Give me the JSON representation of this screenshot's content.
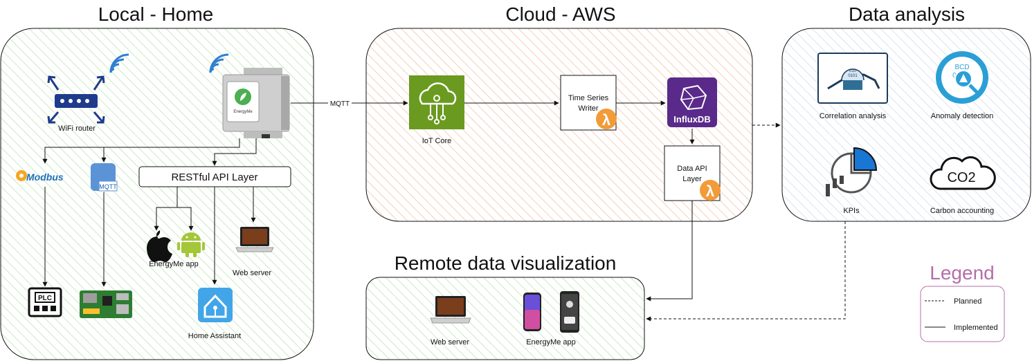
{
  "sections": {
    "local_title": "Local - Home",
    "cloud_title": "Cloud - AWS",
    "analysis_title": "Data analysis",
    "remote_title": "Remote data visualization"
  },
  "local": {
    "wifi_router_label": "WiFi router",
    "modbus_label": "Modbus",
    "mqtt_badge": "MQTT",
    "restful_label": "RESTful API Layer",
    "energyme_app_label": "EnergyMe app",
    "web_server_label": "Web server",
    "home_assistant_label": "Home Assistant",
    "plc_label": "PLC",
    "device_brand": "EnergyMe"
  },
  "cloud": {
    "mqtt_link_label": "MQTT",
    "iot_core_label": "IoT Core",
    "tsw_line1": "Time Series",
    "tsw_line2": "Writer",
    "influx_label": "InfluxDB",
    "dapi_line1": "Data API",
    "dapi_line2": "Layer",
    "lambda_symbol": "λ"
  },
  "analysis": {
    "correlation_label": "Correlation analysis",
    "anomaly_label": "Anomaly detection",
    "kpis_label": "KPIs",
    "carbon_label": "Carbon accounting",
    "co2_text": "CO2"
  },
  "remote": {
    "web_server_label": "Web server",
    "energyme_app_label": "EnergyMe app"
  },
  "legend": {
    "title": "Legend",
    "planned_label": "Planned",
    "implemented_label": "Implemented"
  },
  "colors": {
    "green_hatch": "#b9e6b0",
    "orange_hatch": "#f6c3a3",
    "blue_hatch": "#c7d8ee",
    "wifi_blue": "#2f7fd1",
    "router_navy": "#1f3b8c",
    "iot_green": "#6a9a1f",
    "influx_purple": "#5a2a8a",
    "lambda_orange": "#f29b38",
    "legend_purple": "#b56ea8",
    "android_green": "#a4c639",
    "ha_blue": "#42a5e8"
  }
}
